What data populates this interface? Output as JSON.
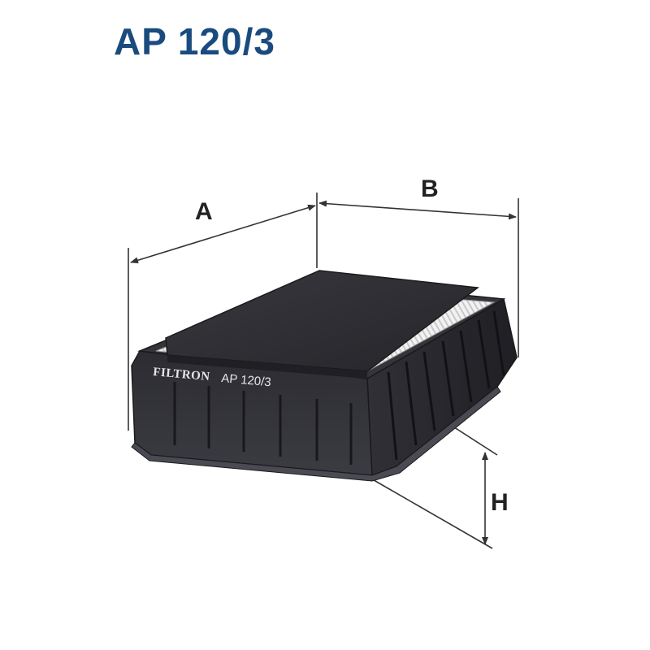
{
  "title": "AP 120/3",
  "dimensions": {
    "a": "A",
    "b": "B",
    "h": "H"
  },
  "product_marking": {
    "brand": "FILTRON",
    "code": "AP 120/3"
  },
  "colors": {
    "title": "#1a4b7e",
    "filter_body": "#2f2f36",
    "filter_top": "#2b2b30",
    "pleats": "#e8e8e8",
    "dimension_lines": "#333333"
  }
}
